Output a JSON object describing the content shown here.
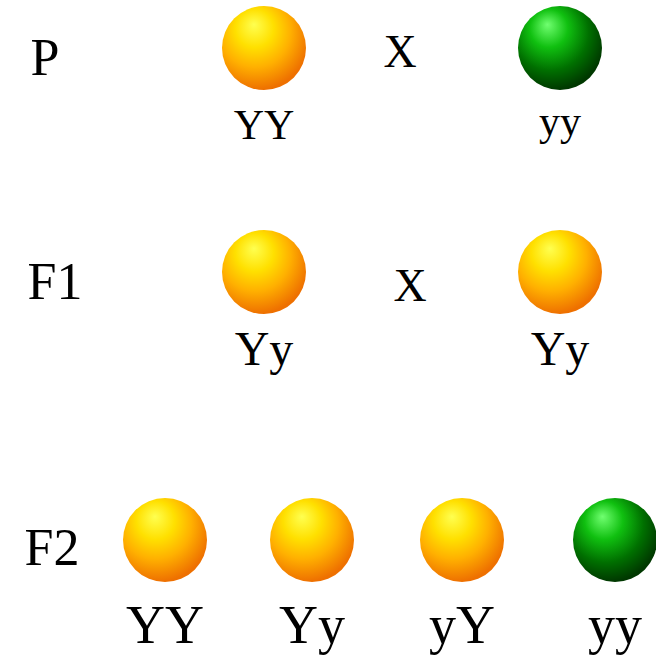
{
  "diagram": {
    "nodes": [
      {
        "text": [
          "YY"
        ]
      },
      {
        "text": [
          "yy"
        ]
      },
      {
        "text": [
          "Yy"
        ]
      },
      {
        "text": [
          "Yy"
        ]
      },
      {
        "text": [
          "YY"
        ]
      },
      {
        "text": [
          "Yy"
        ]
      },
      {
        "text": [
          "yY"
        ]
      },
      {
        "text": [
          "yy"
        ]
      }
    ],
    "labels": [
      "P",
      "X",
      "F1",
      "X",
      "F2"
    ]
  }
}
